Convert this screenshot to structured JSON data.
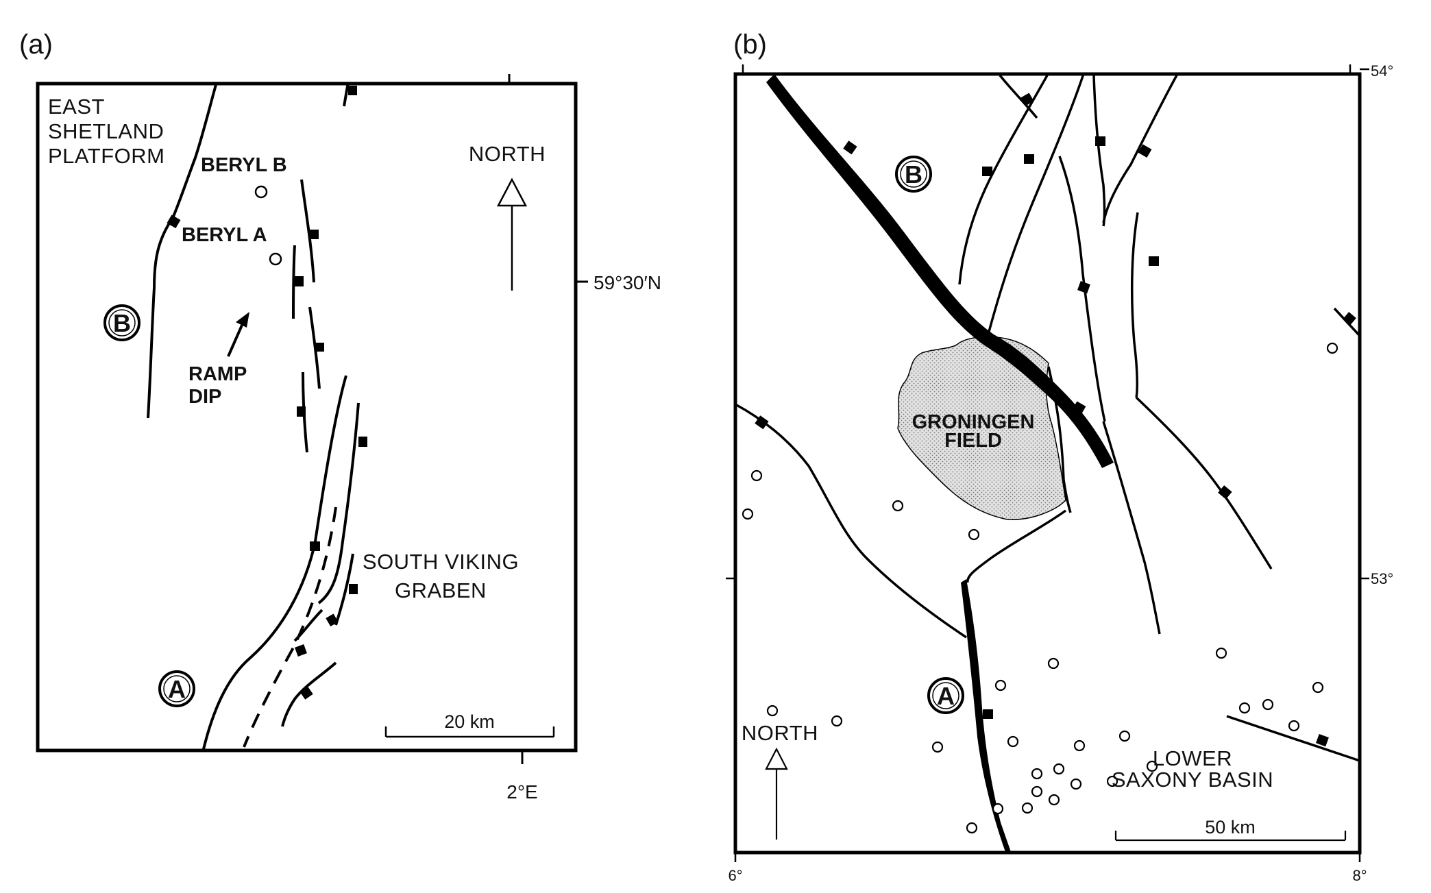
{
  "panel_a": {
    "panel_label": "(a)",
    "labels": {
      "platform_line1": "EAST",
      "platform_line2": "SHETLAND",
      "platform_line3": "PLATFORM",
      "field_b": "BERYL B",
      "field_a": "BERYL A",
      "ramp_line1": "RAMP",
      "ramp_line2": "DIP",
      "graben_line1": "SOUTH VIKING",
      "graben_line2": "GRABEN",
      "north": "NORTH",
      "marker_a": "A",
      "marker_b": "B"
    },
    "coordinates": {
      "lat": "59°30′N",
      "lon": "2°E"
    },
    "scale_bar": "20 km"
  },
  "panel_b": {
    "panel_label": "(b)",
    "labels": {
      "field_line1": "GRONINGEN",
      "field_line2": "FIELD",
      "basin_line1": "LOWER",
      "basin_line2": "SAXONY BASIN",
      "north": "NORTH",
      "marker_a": "A",
      "marker_b": "B"
    },
    "coordinates": {
      "lat_top": "54°",
      "lat_mid": "53°",
      "lon_left": "6°",
      "lon_right": "8°"
    },
    "scale_bar": "50 km",
    "field_fill_color": "#d8d8d8"
  }
}
